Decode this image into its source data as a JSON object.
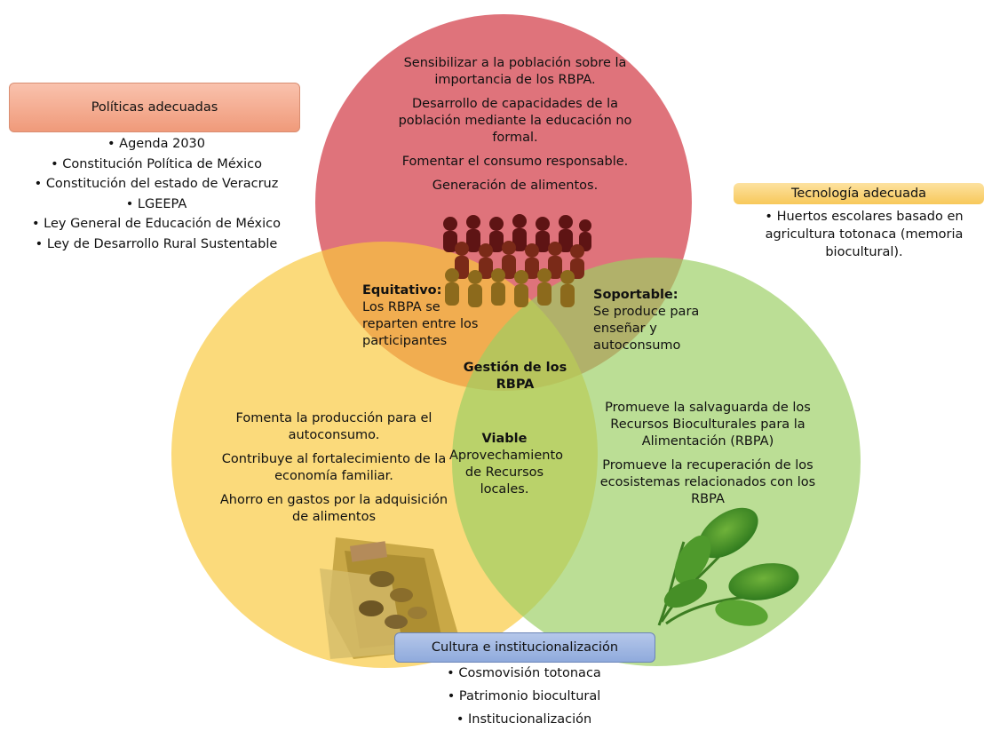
{
  "colors": {
    "red_circle": "#d8545e",
    "yellow_circle": "#f9c93d",
    "green_circle": "#9bcf63",
    "politicas_box": "#f7b095",
    "tecnologia_box": "#fbd77a",
    "cultura_box": "#8faadc"
  },
  "politicas": {
    "title": "Políticas adecuadas",
    "items": [
      "Agenda 2030",
      "Constitución Política de México",
      "Constitución del estado de Veracruz",
      "LGEEPA",
      "Ley General de Educación de México",
      "Ley de Desarrollo Rural Sustentable"
    ]
  },
  "tecnologia": {
    "title": "Tecnología adecuada",
    "item_line1": "Huertos escolares basado en",
    "item_line2": "agricultura totonaca (memoria",
    "item_line3": "biocultural)."
  },
  "cultura": {
    "title": "Cultura e institucionalización",
    "items": [
      "Cosmovisión totonaca",
      "Patrimonio biocultural",
      "Institucionalización"
    ]
  },
  "red_circle": {
    "p1": "Sensibilizar a la población sobre la importancia de los RBPA.",
    "p2": "Desarrollo de capacidades de la población mediante la educación no formal.",
    "p3": "Fomentar el consumo responsable.",
    "p4": "Generación de alimentos."
  },
  "yellow_circle": {
    "p1": "Fomenta la producción para el autoconsumo.",
    "p2": "Contribuye al fortalecimiento de la economía familiar.",
    "p3": "Ahorro en gastos por la adquisición de alimentos"
  },
  "green_circle": {
    "p1": "Promueve la salvaguarda de los Recursos Bioculturales para la Alimentación (RBPA)",
    "p2": "Promueve la recuperación de los ecosistemas relacionados con los RBPA"
  },
  "equitativo": {
    "title": "Equitativo:",
    "text": "Los RBPA se reparten entre los participantes"
  },
  "soportable": {
    "title": "Soportable:",
    "text": "Se produce para enseñar y autoconsumo"
  },
  "viable": {
    "title": "Viable",
    "text": "Aprovechamiento de Recursos locales."
  },
  "center": {
    "title": "Gestión de los RBPA"
  },
  "icons": [
    "crowd-icon",
    "money-icon",
    "spinach-icon"
  ]
}
